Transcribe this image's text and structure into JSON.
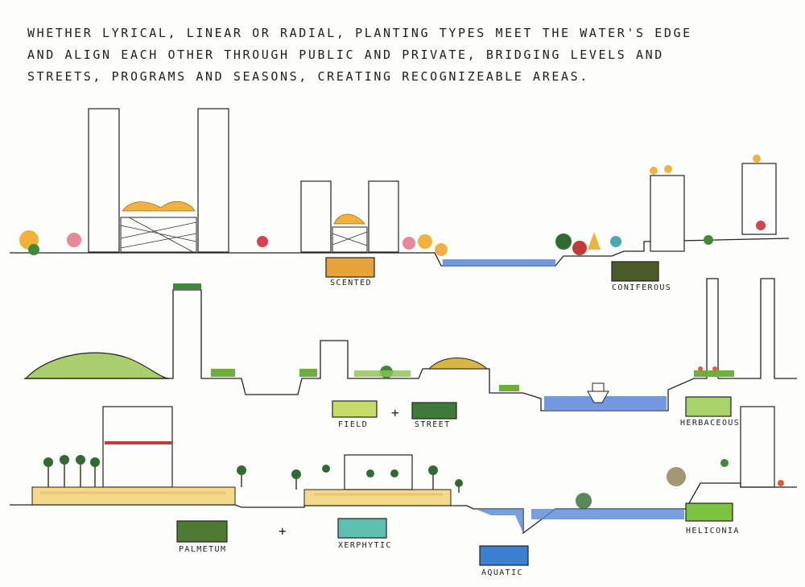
{
  "intro_lines": [
    "Whether lyrical, linear or radial, planting types meet the water's edge",
    "and align each other through public and private, bridging levels and",
    "streets, programs and seasons, creating recognizeable areas."
  ],
  "legend": {
    "scented": {
      "label": "Scented",
      "color": "#e8a23a"
    },
    "coniferous": {
      "label": "Coniferous",
      "color": "#4d5a2a"
    },
    "field": {
      "label": "Field",
      "color": "#c5dc6a"
    },
    "plus_1": "+",
    "street": {
      "label": "Street",
      "color": "#3f7a3a"
    },
    "herbaceous": {
      "label": "Herbaceous",
      "color": "#a8d46a"
    },
    "palmetum": {
      "label": "Palmetum",
      "color": "#4f7a34"
    },
    "plus_2": "+",
    "xerphytic": {
      "label": "Xerphytic",
      "color": "#5fbfb0"
    },
    "aquatic": {
      "label": "Aquatic",
      "color": "#3b7fd0"
    },
    "heliconia": {
      "label": "Heliconia",
      "color": "#7bc23e"
    }
  },
  "colors": {
    "water": "#5a86d8",
    "ground_fill": "#f3d98a",
    "foliage_orange": "#f0b23c",
    "foliage_green": "#3e8a3a",
    "flower_pink": "#e8889a",
    "hill_green": "#a9cf6e"
  }
}
